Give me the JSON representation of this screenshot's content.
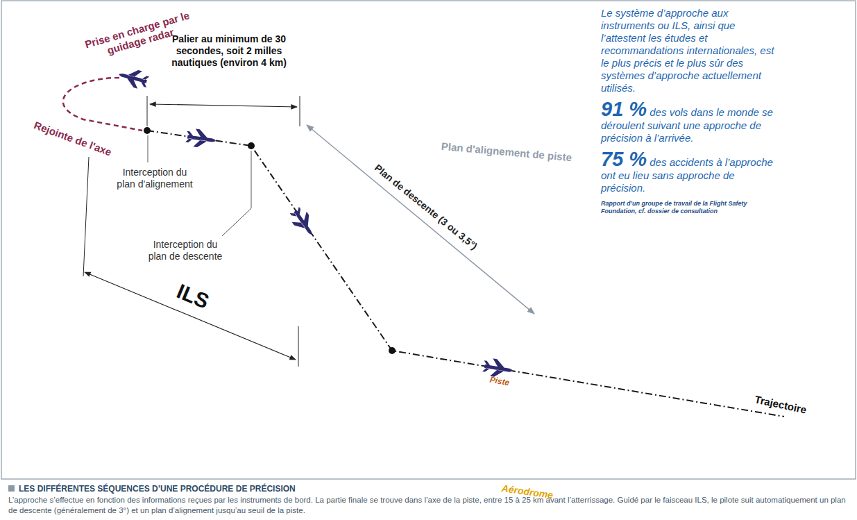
{
  "diagram": {
    "title": "LES DIFFÉRENTES SÉQUENCES D’UNE PROCÉDURE DE PRÉCISION",
    "caption": "L’approche s’effectue en fonction des informations reçues par les instruments de bord. La partie finale se trouve dans l’axe de la piste, entre 15 à 25 km avant l’atterrissage. Guidé par le faisceau ILS, le pilote suit automatiquement un plan de descente (généralement de 3°) et un plan d’alignement jusqu’au seuil de la piste.",
    "nodes": [
      {
        "text": [
          "Plan d'alignement de piste"
        ]
      },
      {
        "text": [
          "Aérodrome"
        ]
      },
      {
        "text": [
          "Piste"
        ],
        "in": 1
      }
    ],
    "labels": [
      "Prise en charge par le guidage radar",
      "Rejointe de l'axe",
      "Palier au minimum de 30 secondes, soit 2 milles nautiques (environ 4 km)",
      "Interception du plan d'alignement",
      "Interception du plan de descente",
      "Plan de descente (3 ou 3,5°)",
      "ILS",
      "Trajectoire",
      "Le système d’approche aux instruments ou ILS, ainsi que l’attestent les études et recommandations internationales, est le plus précis et le plus sûr des systèmes d’approche actuellement utilisés.",
      "91 %",
      "des vols dans le monde se déroulent suivant une approche de précision à l’arrivée.",
      "75 %",
      "des accidents à l’approche ont eu lieu sans approche de précision.",
      "Rapport d’un groupe de travail de la Flight Safety Foundation, cf. dossier de consultation"
    ]
  }
}
